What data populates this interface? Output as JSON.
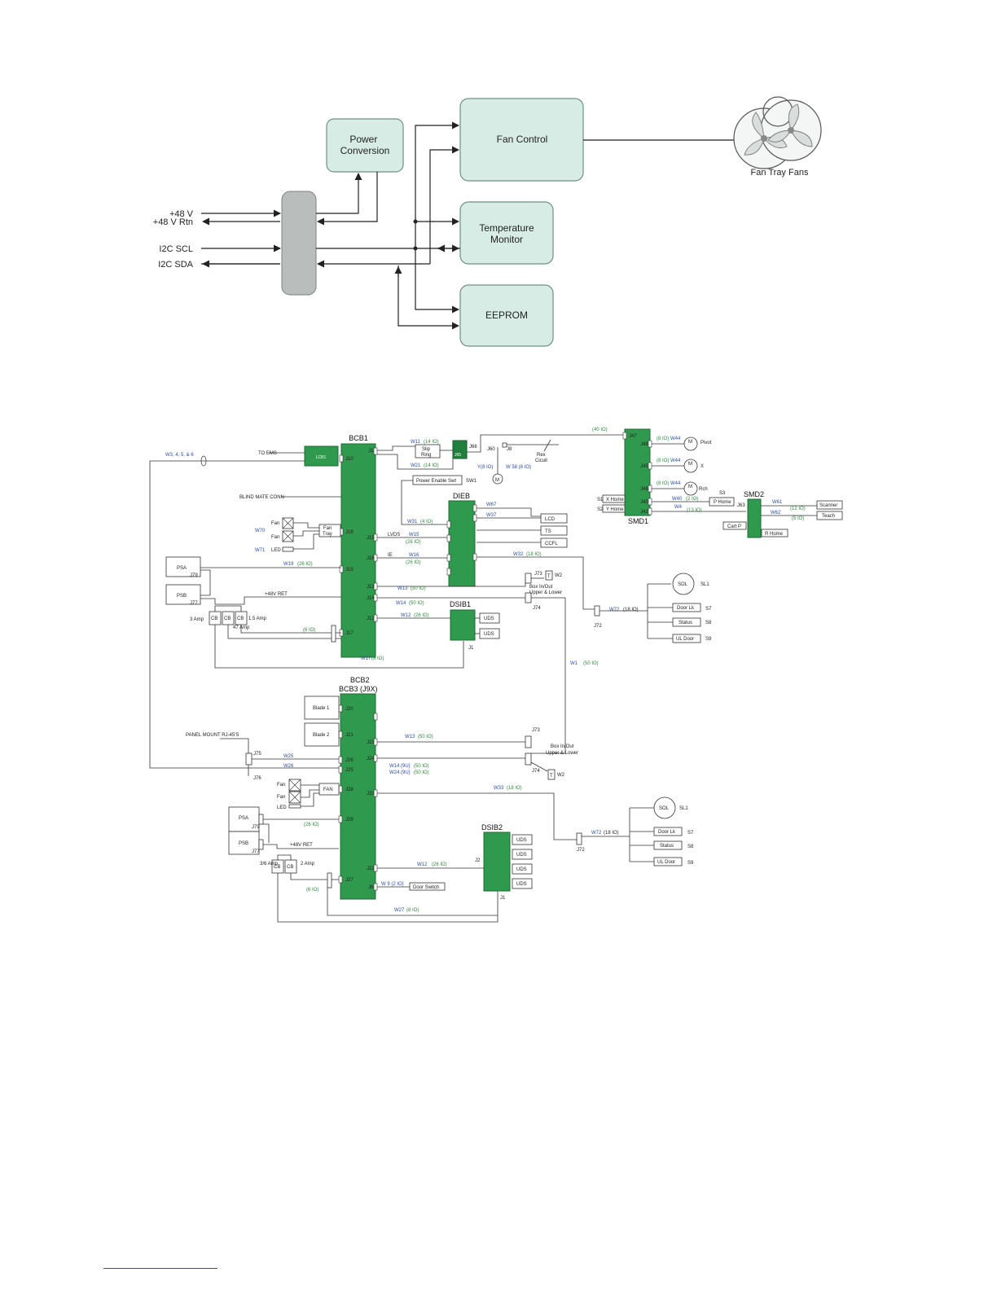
{
  "block_diagram": {
    "power_conversion": "Power Conversion",
    "fan_control": "Fan Control",
    "temperature_monitor": "Temperature Monitor",
    "eeprom": "EEPROM",
    "fan_tray_fans": "Fan Tray Fans",
    "inputs": [
      "+48 V",
      "+48 V Rtn",
      "I2C SCL",
      "I2C SDA"
    ]
  },
  "wiring_diagram": {
    "boards": {
      "bcb1": "BCB1",
      "bcb2": "BCB2",
      "bcb3": "BCB3 (J9X)",
      "dieb": "DIEB",
      "dsib1": "DSIB1",
      "dsib2": "DSIB2",
      "smd1": "SMD1",
      "smd2": "SMD2",
      "lcb1": "LCB1"
    },
    "top_labels": {
      "to_ems": "TO EMS",
      "w3_6": "W3, 4, 5, & 6",
      "blind_mate": "BLIND MATE CONN",
      "slip_ring": "Slip Ring",
      "power_enable": "Power Enable Swt",
      "sw1": "SW1",
      "rex": "Rex Cicuit",
      "w11": "W11",
      "w11g": "(14 IO)",
      "w21": "W21",
      "w21g": "(14 IO)",
      "io40": "(40 IO)",
      "y8": "Y(8 IO)",
      "w58": "W 58 (8 IO)",
      "j65": "J65",
      "j66": "J66",
      "j60": "J60",
      "j8": "J8",
      "j1": "J1",
      "j10": "J10",
      "fan": "Fan",
      "fan_tray": "Fan Tray",
      "led": "LED",
      "w70": "W70",
      "w71": "W71",
      "j18": "J18",
      "j15": "J15",
      "j16": "J16",
      "j19": "J19",
      "j13": "J13",
      "j14": "J14",
      "j12": "J12",
      "j17": "J17",
      "lvds": "LVDS",
      "ie": "IE",
      "w15": "W15",
      "w15g": "(26 IO)",
      "w16": "W16",
      "w16g": "(26 IO)",
      "w31": "W31",
      "w31g": "(4 IO)",
      "w67": "W67",
      "w37": "W37",
      "w32": "W32",
      "w32g": "(18 IO)",
      "lcd": "LCD",
      "ts": "TS",
      "ccfl": "CCFL",
      "psa": "PSA",
      "psb": "PSB",
      "j79": "J79",
      "j77": "J77",
      "w19": "W19",
      "w19g": "(26 IO)",
      "ret48": "+48V RET",
      "cb": "CB",
      "amp3": "3 Amp",
      "amp47": "47 Amp",
      "amp15": "1.5 Amp",
      "io6": "(6 IO)",
      "w13": "W13",
      "w13g": "(50 IO)",
      "w14": "W14",
      "w14g": "(50 IO)",
      "w12": "W12",
      "w12g": "(26 IO)",
      "w17": "W17",
      "w17g": "(8 IO)",
      "uds": "UDS",
      "j2": "J2",
      "j4": "J4",
      "j3": "J3",
      "box_inout": "Box In/Out Upper & Lower",
      "j73": "J73",
      "j74": "J74",
      "t": "T",
      "w2": "W2",
      "j72": "J72",
      "w72": "W72",
      "w72g": "(18 IO)",
      "sol": "SOL",
      "sl1": "SL1",
      "door_lk": "Door Lk",
      "status": "Status",
      "ul_door": "UL Door",
      "s7": "S7",
      "s8": "S8",
      "s9": "S9",
      "w1": "W1",
      "w1g": "(50 IO)",
      "pivot": "Pivot",
      "x": "X",
      "rch": "Rch",
      "w44": "W44",
      "w44g1": "(8 IO)",
      "w44g2": "(8 IO)",
      "w44g3": "(8 IO)",
      "s1": "S1",
      "s2": "S2",
      "s3": "S3",
      "x_home": "X Home",
      "y_home": "Y Home",
      "p_home": "P Home",
      "r_home": "R Home",
      "cart_p": "Cart P",
      "w40": "W40",
      "w40g": "(2 IO)",
      "w4": "W4",
      "w4g": "(13 IO)",
      "w61": "W61",
      "w61g": "(12 IO)",
      "w62": "W62",
      "w62g": "(5 IO)",
      "scanner": "Scanner",
      "teach": "Teach",
      "j47": "J47",
      "j48": "J48",
      "j45": "J45",
      "j46": "J46",
      "j40": "J40",
      "j42": "J42",
      "j63": "J63"
    },
    "bottom_labels": {
      "blade1": "Blade 1",
      "blade2": "Blade 2",
      "j20": "J20",
      "j21": "J21",
      "j23": "J23",
      "j24": "J24",
      "j25": "J25",
      "j26": "J26",
      "j28": "J28",
      "j33": "J33",
      "j29": "J29",
      "j22": "J22",
      "j27": "J27",
      "j6": "J6",
      "panel_mount": "PANEL MOUNT RJ-45'S",
      "j75": "J75",
      "j76": "J76",
      "w25": "W25",
      "w26": "W26",
      "w13": "W13",
      "w13g": "(50 IO)",
      "w14": "W14 (9U)",
      "w24": "W24 (9U)",
      "w14g": "(50 IO)",
      "w24g": "(50 IO)",
      "w33": "W33",
      "w33g": "(18 IO)",
      "fan": "FAN",
      "fan_l": "Fan",
      "led": "LED",
      "psa": "PSA",
      "psb": "PSB",
      "j79": "J79",
      "j77": "J77",
      "io26": "(26 IO)",
      "ret48": "+48V RET",
      "amp36": "3/6 Amp",
      "amp2": "2 Amp",
      "cb": "CB",
      "io6": "(6 IO)",
      "w12": "W12",
      "w12g": "(26 IO)",
      "w9": "W 9 (2 IO)",
      "door_switch": "Door Switch",
      "w27": "W27",
      "w27g": "(8 IO)",
      "uds": "UDS",
      "j2": "J2",
      "j3": "J3",
      "j4": "J4",
      "j5": "J5",
      "j9": "J9",
      "j1": "J1",
      "j73": "J73",
      "j74": "J74",
      "box_inout": "Box In/Out Upper & Lower",
      "t": "T",
      "w2": "W2",
      "j72": "J72",
      "w72": "W72",
      "w72g": "(18 IO)",
      "sol": "SOL",
      "sl1": "SL1",
      "door_lk": "Door Lk",
      "status": "Status",
      "ul_door": "UL Door",
      "s7": "S7",
      "s8": "S8",
      "s9": "S9"
    }
  }
}
